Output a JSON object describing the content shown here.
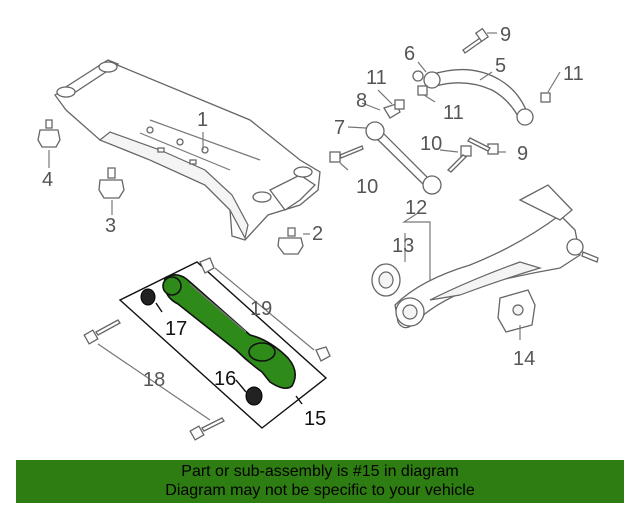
{
  "diagram": {
    "callouts": [
      "1",
      "2",
      "3",
      "4",
      "5",
      "6",
      "7",
      "8",
      "9",
      "9",
      "10",
      "10",
      "11",
      "11",
      "11",
      "12",
      "13",
      "14",
      "15",
      "16",
      "17",
      "18",
      "19"
    ],
    "highlight_color": "#2e8b1a"
  },
  "banner": {
    "line1": "Part or sub-assembly is #15 in diagram",
    "line2": "Diagram may not be specific to your vehicle",
    "background": "#2e7d12"
  }
}
